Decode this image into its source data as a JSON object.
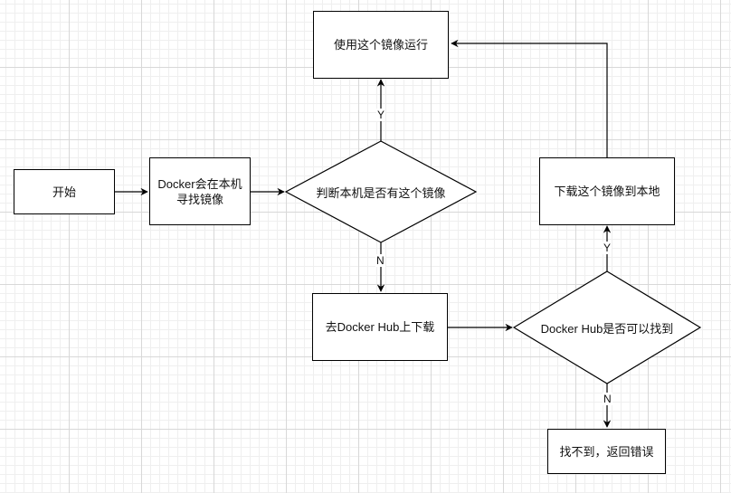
{
  "nodes": {
    "start": "开始",
    "search_line1": "Docker会在本机",
    "search_line2": "寻找镜像",
    "check_local": "判断本机是否有这个镜像",
    "use_image": "使用这个镜像运行",
    "download_hub": "去Docker Hub上下载",
    "hub_found": "Docker Hub是否可以找到",
    "download_local": "下载这个镜像到本地",
    "error": "找不到，返回错误"
  },
  "edges": {
    "local_yes": "Y",
    "local_no": "N",
    "hub_yes": "Y",
    "hub_no": "N"
  }
}
